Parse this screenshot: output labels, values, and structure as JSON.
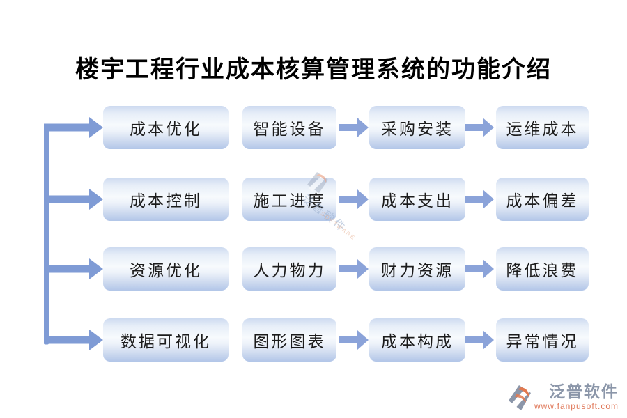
{
  "title": "楼宇工程行业成本核算管理系统的功能介绍",
  "diagram": {
    "rows": [
      {
        "cells": [
          "成本优化",
          "智能设备",
          "采购安装",
          "运维成本"
        ]
      },
      {
        "cells": [
          "成本控制",
          "施工进度",
          "成本支出",
          "成本偏差"
        ]
      },
      {
        "cells": [
          "资源优化",
          "人力物力",
          "财力资源",
          "降低浪费"
        ]
      },
      {
        "cells": [
          "数据可视化",
          "图形图表",
          "成本构成",
          "异常情况"
        ]
      }
    ]
  },
  "watermark": {
    "text": "泛普软件",
    "subtext": "SOFTWARE"
  },
  "footer": {
    "brand": "泛普软件",
    "url": "www.fanpusoft.com"
  },
  "colors": {
    "arrow-blue": "#7f9bd5",
    "small-arrow-blue": "#8ba3d9",
    "box-top": "#cddaf0",
    "box-mid": "#f7fafd",
    "box-bottom": "#b2c6e8",
    "brand-gray": "#8b96a9",
    "brand-orange": "#e0795a",
    "title-color": "#000000"
  }
}
